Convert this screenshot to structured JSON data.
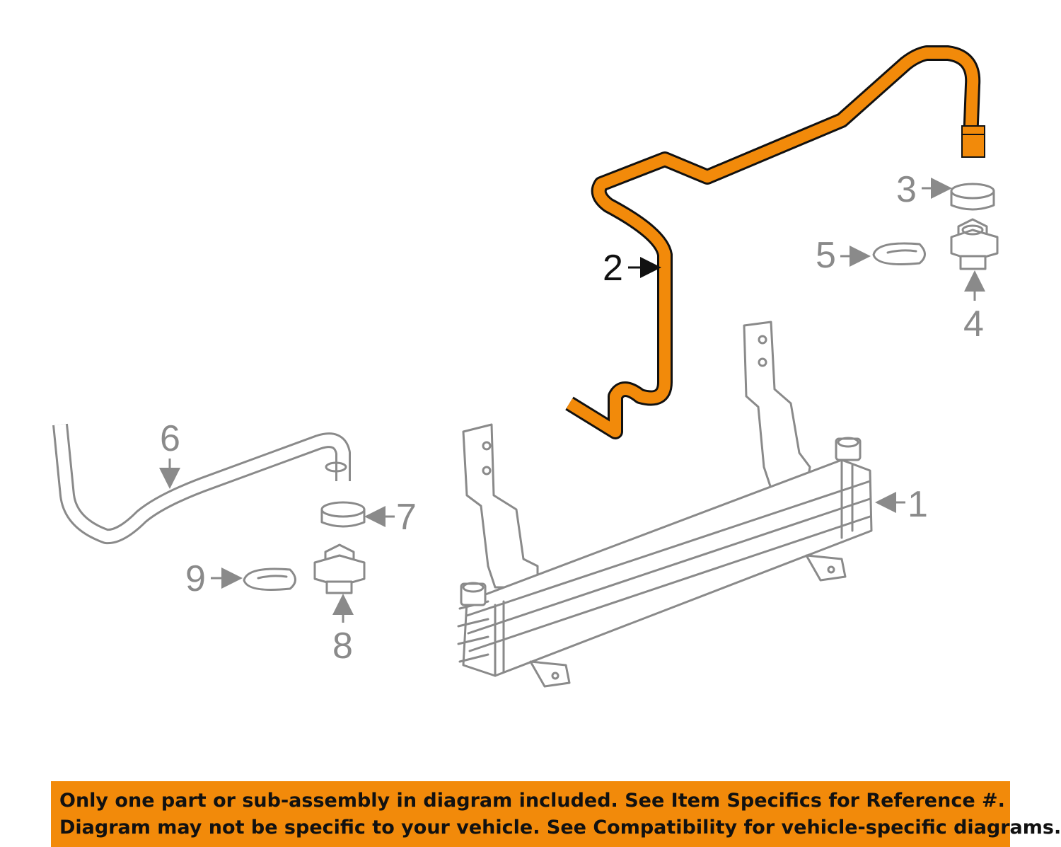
{
  "diagram": {
    "highlight_color": "#f28a0a",
    "parts_color": "#8a8a8a",
    "highlighted_part": "2",
    "callouts": {
      "c1": "1",
      "c2": "2",
      "c3": "3",
      "c4": "4",
      "c5": "5",
      "c6": "6",
      "c7": "7",
      "c8": "8",
      "c9": "9"
    }
  },
  "notice": {
    "line1": "Only one part or sub-assembly in diagram included. See Item Specifics for Reference #.",
    "line2": "Diagram may not be specific to your vehicle. See Compatibility for vehicle-specific diagrams."
  }
}
